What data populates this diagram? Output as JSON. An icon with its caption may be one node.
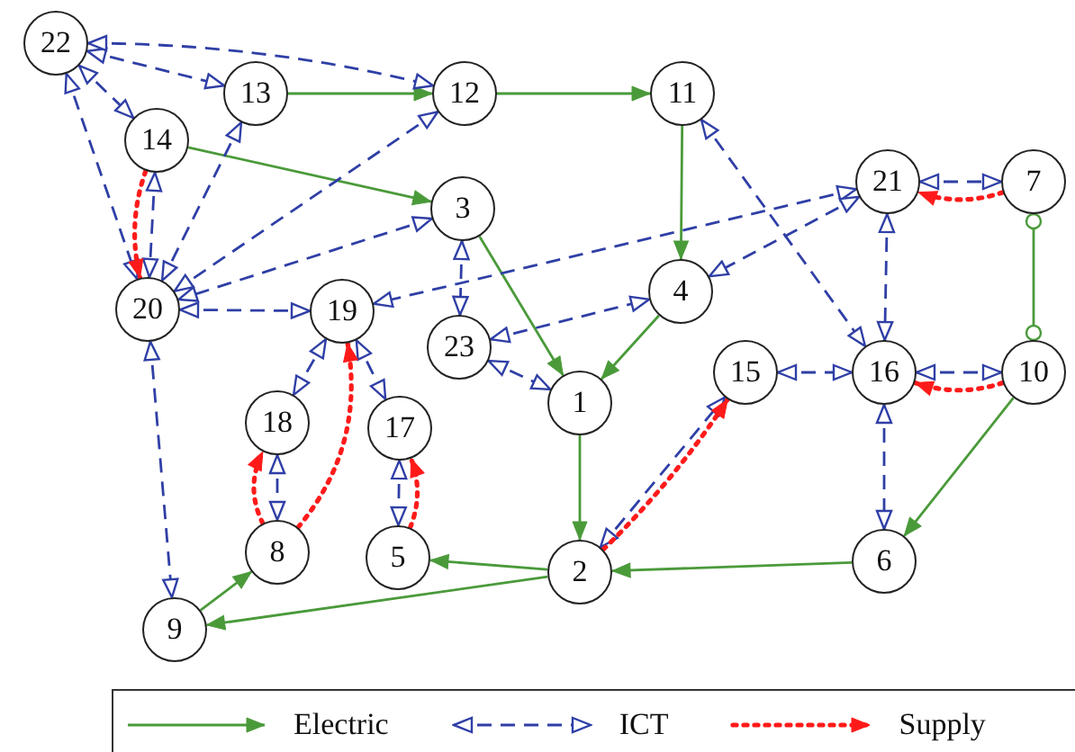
{
  "diagram": {
    "nodes": [
      {
        "text": [
          "22"
        ]
      },
      {
        "text": [
          "13"
        ]
      },
      {
        "text": [
          "12"
        ]
      },
      {
        "text": [
          "11"
        ]
      },
      {
        "text": [
          "14"
        ]
      },
      {
        "text": [
          "3"
        ]
      },
      {
        "text": [
          "21"
        ]
      },
      {
        "text": [
          "7"
        ]
      },
      {
        "text": [
          "20"
        ]
      },
      {
        "text": [
          "19"
        ]
      },
      {
        "text": [
          "4"
        ]
      },
      {
        "text": [
          "23"
        ]
      },
      {
        "text": [
          "15"
        ]
      },
      {
        "text": [
          "16"
        ]
      },
      {
        "text": [
          "10"
        ]
      },
      {
        "text": [
          "1"
        ]
      },
      {
        "text": [
          "18"
        ]
      },
      {
        "text": [
          "17"
        ]
      },
      {
        "text": [
          "8"
        ]
      },
      {
        "text": [
          "5"
        ]
      },
      {
        "text": [
          "2"
        ]
      },
      {
        "text": [
          "6"
        ]
      },
      {
        "text": [
          "9"
        ]
      }
    ],
    "edges": [
      {
        "from": 1,
        "to": 2,
        "arrow": "to",
        "color": "#4a9a3a"
      },
      {
        "from": 2,
        "to": 3,
        "arrow": "to",
        "color": "#4a9a3a"
      },
      {
        "from": 3,
        "to": 10,
        "arrow": "to",
        "color": "#4a9a3a"
      },
      {
        "from": 4,
        "to": 5,
        "arrow": "to",
        "color": "#4a9a3a"
      },
      {
        "from": 5,
        "to": 15,
        "arrow": "to",
        "color": "#4a9a3a"
      },
      {
        "from": 10,
        "to": 15,
        "arrow": "to",
        "color": "#4a9a3a"
      },
      {
        "from": 15,
        "to": 20,
        "arrow": "to",
        "color": "#4a9a3a"
      },
      {
        "from": 21,
        "to": 20,
        "arrow": "to",
        "color": "#4a9a3a"
      },
      {
        "from": 20,
        "to": 19,
        "arrow": "to",
        "color": "#4a9a3a"
      },
      {
        "from": 20,
        "to": 22,
        "arrow": "to",
        "color": "#4a9a3a"
      },
      {
        "from": 22,
        "to": 18,
        "arrow": "to",
        "color": "#4a9a3a"
      },
      {
        "from": 14,
        "to": 21,
        "arrow": "to",
        "color": "#4a9a3a"
      },
      {
        "from": 7,
        "to": 14,
        "arrow": "other",
        "color": "#4a9a3a"
      },
      {
        "from": 0,
        "to": 1,
        "arrow": "both",
        "style": "dashed"
      },
      {
        "from": 0,
        "to": 2,
        "arrow": "both",
        "style": "dashed"
      },
      {
        "from": 0,
        "to": 4,
        "arrow": "both",
        "style": "dashed"
      },
      {
        "from": 0,
        "to": 8,
        "arrow": "both",
        "style": "dashed"
      },
      {
        "from": 4,
        "to": 8,
        "arrow": "both",
        "style": "dashed"
      },
      {
        "from": 1,
        "to": 8,
        "arrow": "both",
        "style": "dashed"
      },
      {
        "from": 2,
        "to": 8,
        "arrow": "both",
        "style": "dashed"
      },
      {
        "from": 5,
        "to": 8,
        "arrow": "both",
        "style": "dashed"
      },
      {
        "from": 8,
        "to": 9,
        "arrow": "both",
        "style": "dashed"
      },
      {
        "from": 6,
        "to": 9,
        "arrow": "both",
        "style": "dashed"
      },
      {
        "from": 6,
        "to": 10,
        "arrow": "both",
        "style": "dashed"
      },
      {
        "from": 11,
        "to": 10,
        "arrow": "both",
        "style": "dashed"
      },
      {
        "from": 5,
        "to": 11,
        "arrow": "both",
        "style": "dashed"
      },
      {
        "from": 11,
        "to": 15,
        "arrow": "both",
        "style": "dashed"
      },
      {
        "from": 9,
        "to": 16,
        "arrow": "both",
        "style": "dashed"
      },
      {
        "from": 9,
        "to": 17,
        "arrow": "both",
        "style": "dashed"
      },
      {
        "from": 16,
        "to": 18,
        "arrow": "both",
        "style": "dashed"
      },
      {
        "from": 17,
        "to": 19,
        "arrow": "both",
        "style": "dashed"
      },
      {
        "from": 8,
        "to": 22,
        "arrow": "both",
        "style": "dashed"
      },
      {
        "from": 3,
        "to": 13,
        "arrow": "both",
        "style": "dashed"
      },
      {
        "from": 6,
        "to": 13,
        "arrow": "both",
        "style": "dashed"
      },
      {
        "from": 12,
        "to": 13,
        "arrow": "both",
        "style": "dashed"
      },
      {
        "from": 13,
        "to": 14,
        "arrow": "both",
        "style": "dashed"
      },
      {
        "from": 13,
        "to": 21,
        "arrow": "both",
        "style": "dashed"
      },
      {
        "from": 20,
        "to": 12,
        "arrow": "both",
        "style": "dashed"
      },
      {
        "from": 6,
        "to": 7,
        "arrow": "both",
        "style": "dashed"
      },
      {
        "from": 4,
        "to": 8,
        "arrow": "to",
        "style": "dashed",
        "color": "#ff1a1a"
      },
      {
        "from": 18,
        "to": 16,
        "arrow": "to",
        "style": "dashed",
        "color": "#ff1a1a"
      },
      {
        "from": 18,
        "to": 9,
        "arrow": "to",
        "style": "dashed",
        "color": "#ff1a1a"
      },
      {
        "from": 19,
        "to": 17,
        "arrow": "to",
        "style": "dashed",
        "color": "#ff1a1a"
      },
      {
        "from": 7,
        "to": 6,
        "arrow": "to",
        "style": "dashed",
        "color": "#ff1a1a"
      },
      {
        "from": 14,
        "to": 13,
        "arrow": "to",
        "style": "dashed",
        "color": "#ff1a1a"
      },
      {
        "from": 20,
        "to": 12,
        "arrow": "to",
        "style": "dashed",
        "color": "#ff1a1a"
      }
    ],
    "legend": [
      {
        "text": "Electric"
      },
      {
        "text": "ICT"
      },
      {
        "text": "Supply"
      }
    ]
  }
}
